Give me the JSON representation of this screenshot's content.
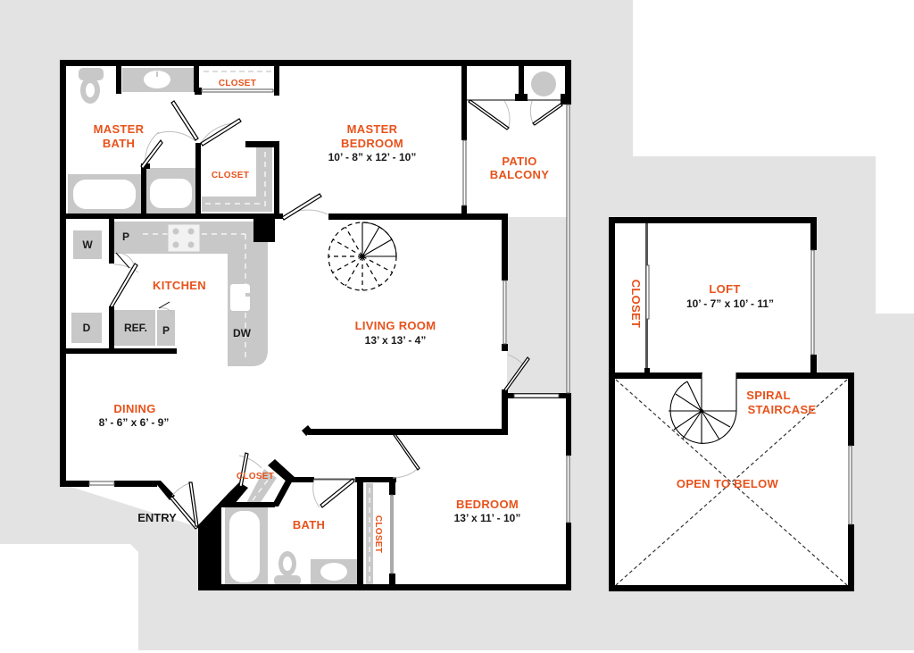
{
  "plan": {
    "colors": {
      "label": "#e8521b",
      "dimension": "#1a1a1a",
      "wall": "#000000",
      "fixture": "#c8c8c8",
      "surround": "#e3e3e3",
      "floor": "#ffffff"
    },
    "rooms": {
      "master_bath": {
        "line1": "MASTER",
        "line2": "BATH"
      },
      "closet_top": {
        "label": "CLOSET"
      },
      "closet_walkin": {
        "label": "CLOSET"
      },
      "master_bedroom": {
        "line1": "MASTER",
        "line2": "BEDROOM",
        "dimensions": "10’ - 8” x 12’ - 10”"
      },
      "patio": {
        "line1": "PATIO",
        "line2": "BALCONY"
      },
      "kitchen": {
        "label": "KITCHEN"
      },
      "living_room": {
        "label": "LIVING ROOM",
        "dimensions": "13’ x 13’ - 4”"
      },
      "dining": {
        "label": "DINING",
        "dimensions": "8’ - 6” x 6’ - 9”"
      },
      "entry": {
        "label": "ENTRY"
      },
      "closet_entry": {
        "label": "CLOSET"
      },
      "bath": {
        "label": "BATH"
      },
      "closet_bedroom": {
        "label": "CLOSET"
      },
      "bedroom": {
        "label": "BEDROOM",
        "dimensions": "13’ x 11’ - 10”"
      },
      "loft": {
        "label": "LOFT",
        "dimensions": "10’ - 7” x 10’ - 11”"
      },
      "closet_loft": {
        "label": "CLOSET"
      },
      "spiral_staircase": {
        "line1": "SPIRAL",
        "line2": "STAIRCASE"
      },
      "open_to_below": {
        "label": "OPEN TO BELOW"
      }
    },
    "appliances": {
      "washer": "W",
      "dryer": "D",
      "pantry_top": "P",
      "pantry_bottom": "P",
      "refrigerator": "REF.",
      "dishwasher": "DW"
    }
  }
}
